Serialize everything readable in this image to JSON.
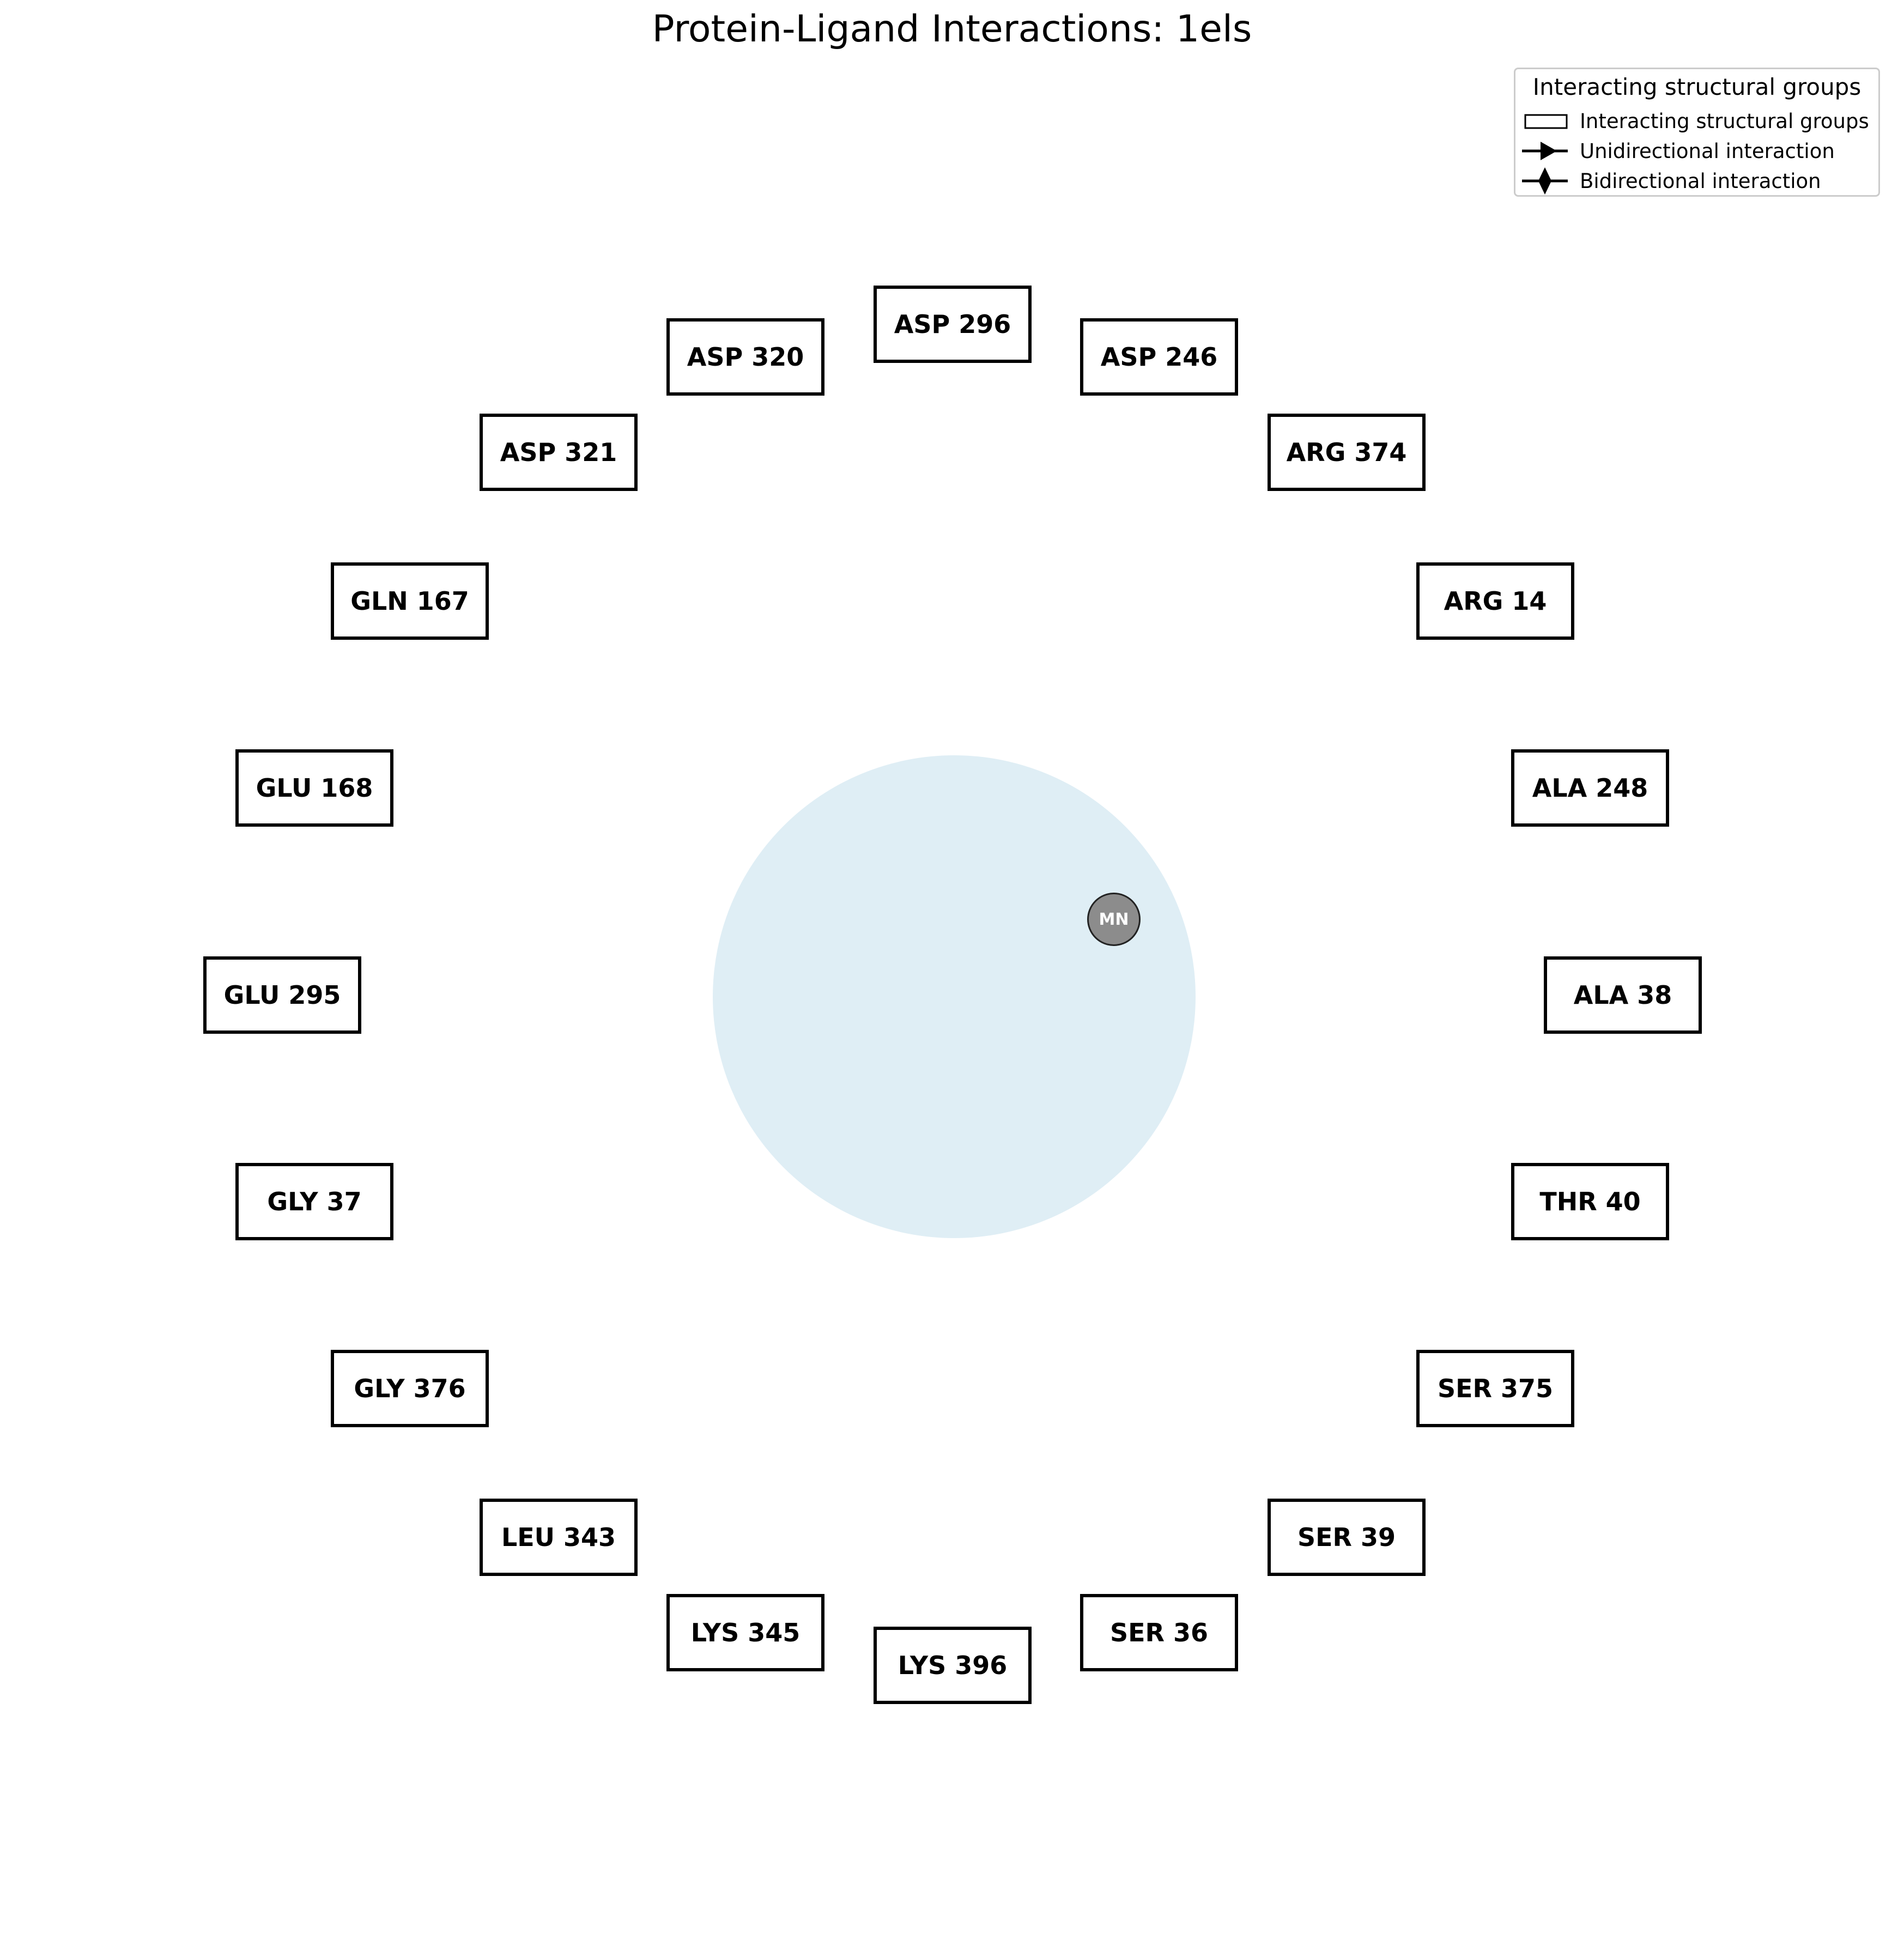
{
  "title": "Protein-Ligand Interactions: 1els",
  "legend": {
    "title": "Interacting structural groups",
    "items": [
      {
        "label": "Interacting structural groups",
        "marker": "rectangle-icon"
      },
      {
        "label": "Unidirectional interaction",
        "marker": "arrow-icon"
      },
      {
        "label": "Bidirectional interaction",
        "marker": "diamond-icon"
      }
    ]
  },
  "ligand": {
    "atom_label": "MN",
    "area_color": "#dfeef5",
    "atom_color": "#8c8c8c"
  },
  "residues": [
    "ASP 296",
    "ASP 246",
    "ASP 320",
    "ARG 374",
    "ASP 321",
    "ARG 14",
    "GLN 167",
    "ALA 248",
    "GLU 168",
    "ALA 38",
    "GLU 295",
    "THR 40",
    "GLY 37",
    "SER 375",
    "GLY 376",
    "SER 39",
    "LEU 343",
    "SER 36",
    "LYS 345",
    "LYS 396"
  ]
}
